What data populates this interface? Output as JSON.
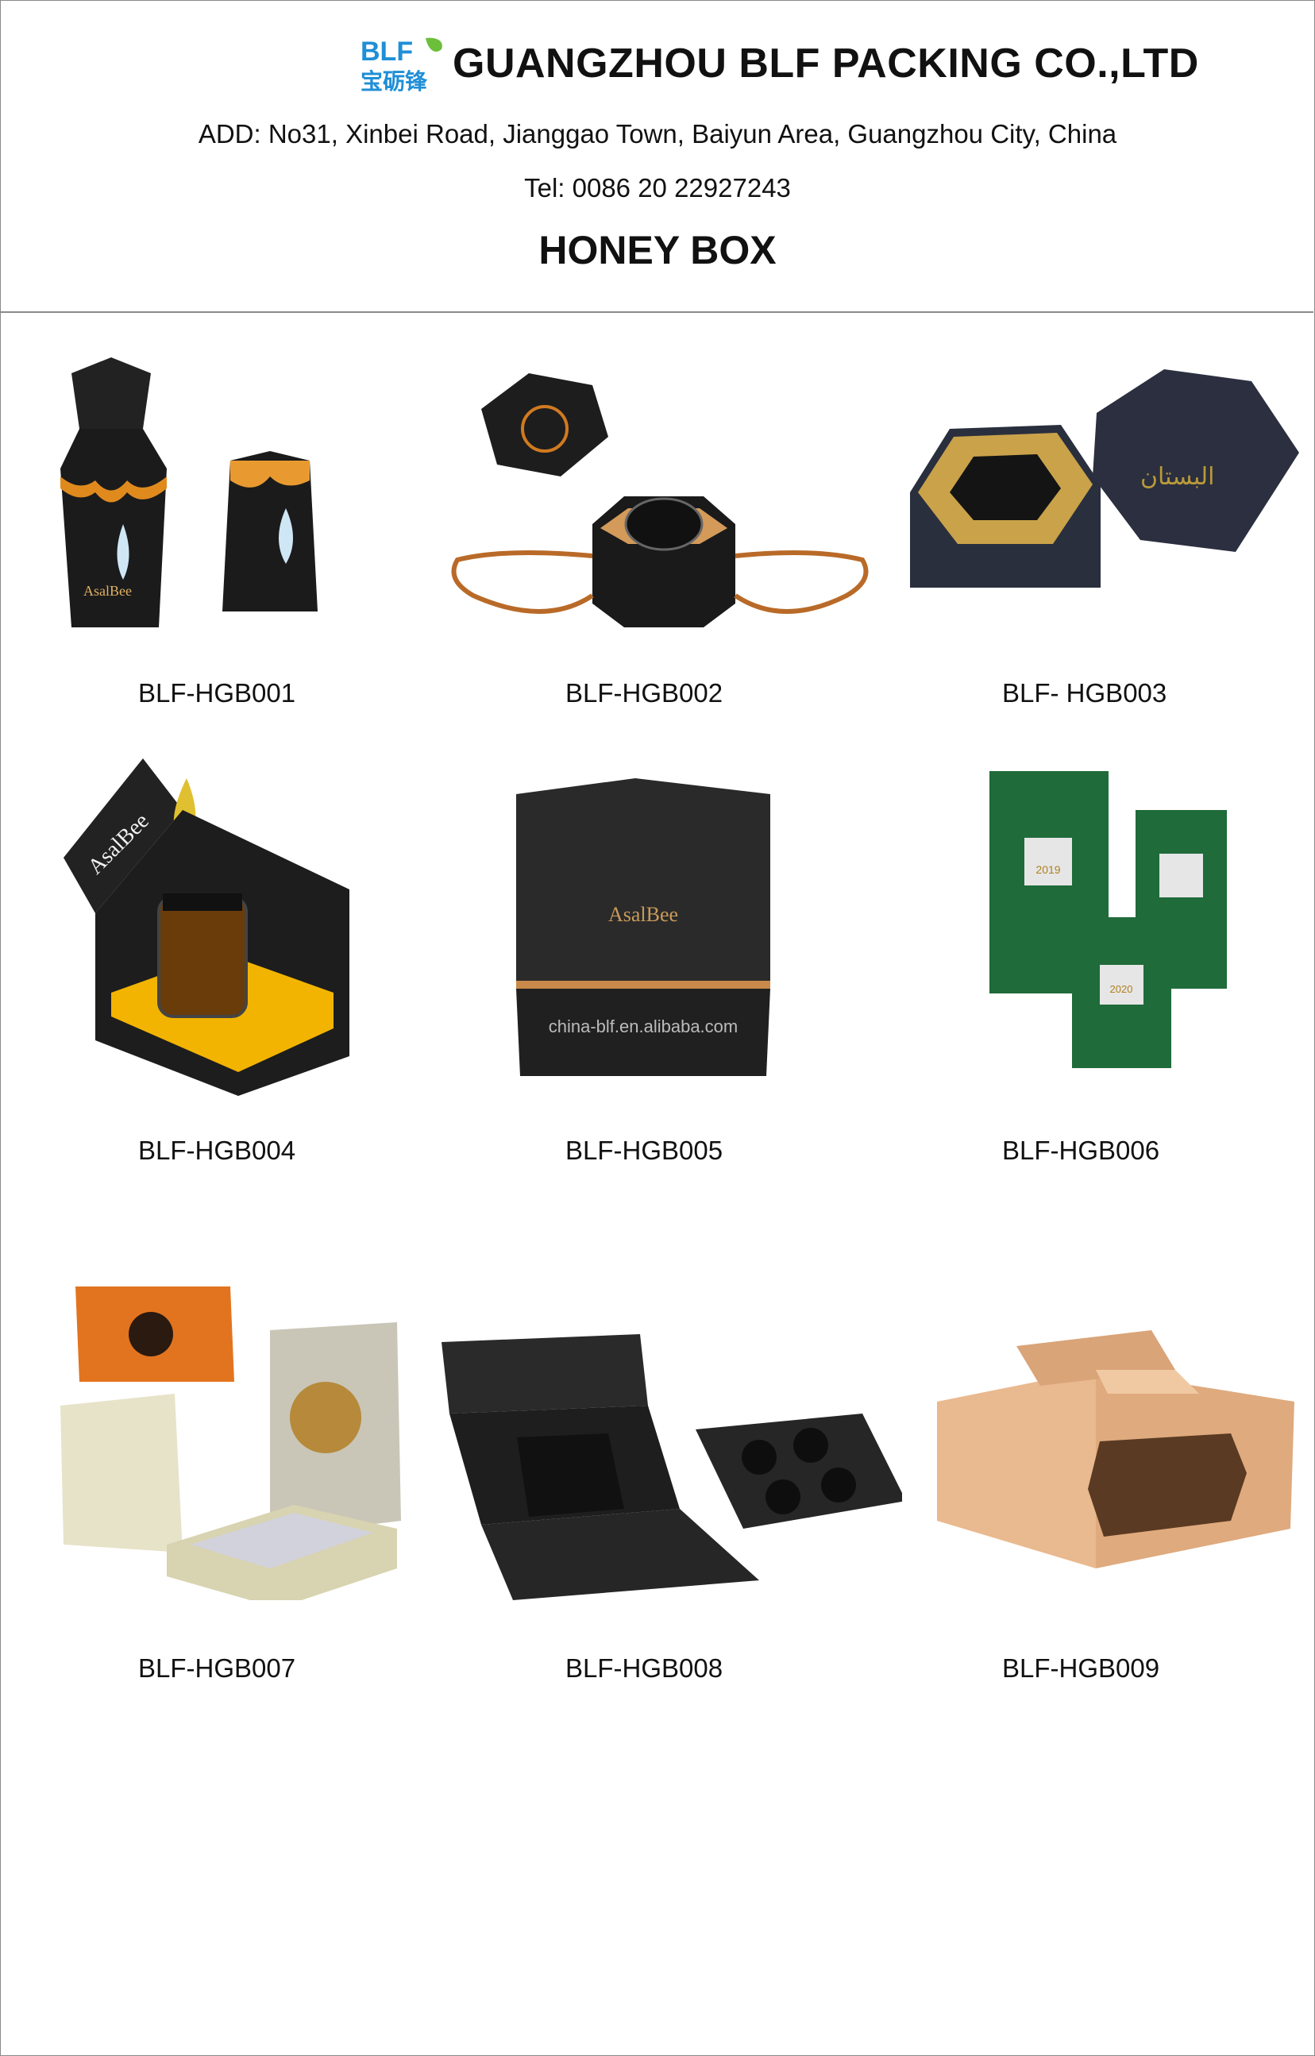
{
  "header": {
    "logo": {
      "latin": "BLF",
      "chinese": "宝砺锋",
      "colors": {
        "blue": "#1f8fd6",
        "green": "#6cbf3a"
      }
    },
    "company": "GUANGZHOU BLF PACKING CO.,LTD",
    "address": "ADD: No31, Xinbei Road, Jianggao Town, Baiyun Area, Guangzhou City, China",
    "tel": "Tel: 0086 20 22927243",
    "title": "HONEY BOX"
  },
  "products": [
    {
      "code": "BLF-HGB001",
      "image": "hexagonal-black-honey-boxes",
      "print": "AsalBee"
    },
    {
      "code": "BLF-HGB002",
      "image": "hexagonal-box-with-rope-handle"
    },
    {
      "code": "BLF- HGB003",
      "image": "hexagonal-navy-gold-box",
      "print": "البستان"
    },
    {
      "code": "BLF-HGB004",
      "image": "magnetic-flap-box-with-honey-jar",
      "print": "AsalBee"
    },
    {
      "code": "BLF-HGB005",
      "image": "black-lid-and-base-box",
      "print": "AsalBee",
      "watermark": "china-blf.en.alibaba.com"
    },
    {
      "code": "BLF-HGB006",
      "image": "green-honey-boxes",
      "labels": [
        "2019",
        "2020"
      ]
    },
    {
      "code": "BLF-HGB007",
      "image": "bee-print-gift-boxes"
    },
    {
      "code": "BLF-HGB008",
      "image": "black-folding-box-with-insert"
    },
    {
      "code": "BLF-HGB009",
      "image": "kraft-handle-carry-box"
    }
  ]
}
